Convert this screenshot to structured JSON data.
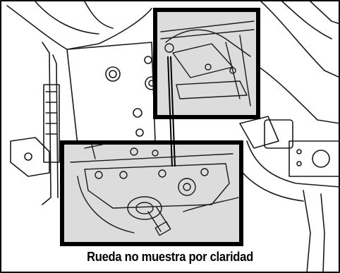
{
  "caption": "Rueda no muestra por claridad",
  "colors": {
    "line": "#1a1a1a",
    "inset_fill": "#dcdcdc",
    "frame": "#000000",
    "background": "#ffffff"
  },
  "insets": [
    {
      "name": "upper-detail-inset"
    },
    {
      "name": "lower-detail-inset"
    }
  ]
}
